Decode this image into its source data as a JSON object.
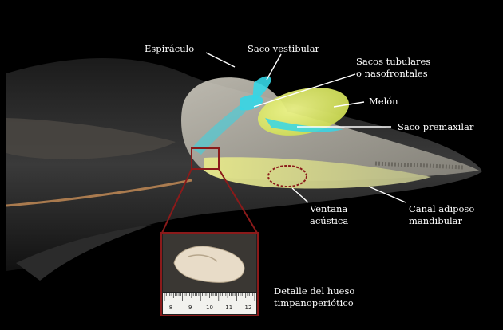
{
  "labels": {
    "espiraculo": "Espiráculo",
    "saco_vestibular": "Saco vestibular",
    "sacos_tubulares_1": "Sacos tubulares",
    "sacos_tubulares_2": "o nasofrontales",
    "melon": "Melón",
    "saco_premaxilar": "Saco premaxilar",
    "ventana_1": "Ventana",
    "ventana_2": "acústica",
    "canal_1": "Canal adiposo",
    "canal_2": "mandibular",
    "detalle_1": "Detalle del hueso",
    "detalle_2": "timpanoperiótico"
  },
  "ruler": {
    "numbers": [
      "8",
      "9",
      "10",
      "11",
      "12"
    ]
  },
  "colors": {
    "cyan_structures": "#35d6e6",
    "melon_fat": "#d9e870",
    "callout_box": "#8b1a1a"
  }
}
